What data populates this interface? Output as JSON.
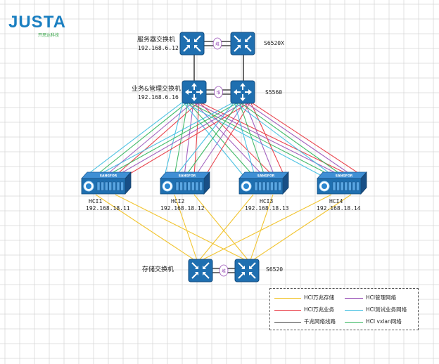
{
  "logo": {
    "text": "JUSTA",
    "subtitle": "开思达科技"
  },
  "switches": {
    "server": {
      "name": "服务器交换机",
      "ip": "192.168.6.12",
      "model": "S6520X"
    },
    "business": {
      "name": "业务&管理交换机",
      "ip": "192.168.6.16",
      "model": "S5560"
    },
    "storage": {
      "name": "存储交换机",
      "model": "S6520"
    }
  },
  "hci_nodes": [
    {
      "name": "HCI1",
      "ip": "192.168.18.11"
    },
    {
      "name": "HCI2",
      "ip": "192.168.18.12"
    },
    {
      "name": "HCI3",
      "ip": "192.168.18.13"
    },
    {
      "name": "HCI4",
      "ip": "192.168.18.14"
    }
  ],
  "stack_badge": "堆",
  "server_brand": "SANGFOR",
  "colors": {
    "storage": "#f2c531",
    "business": "#e8323c",
    "gigabit": "#444444",
    "management": "#9a52b8",
    "test": "#3bbde0",
    "vxlan": "#2fb45a",
    "switch": "#1f6fb0",
    "grid": "#d6d6d6"
  },
  "legend": [
    {
      "label": "HCI万兆存储",
      "color": "#f2c531"
    },
    {
      "label": "HCI管理网络",
      "color": "#9a52b8"
    },
    {
      "label": "HCI万兆业务",
      "color": "#e8323c"
    },
    {
      "label": "HCI测试业务网络",
      "color": "#3bbde0"
    },
    {
      "label": "千兆网络线路",
      "color": "#444444"
    },
    {
      "label": "HCI vxlan网络",
      "color": "#2fb45a"
    }
  ]
}
